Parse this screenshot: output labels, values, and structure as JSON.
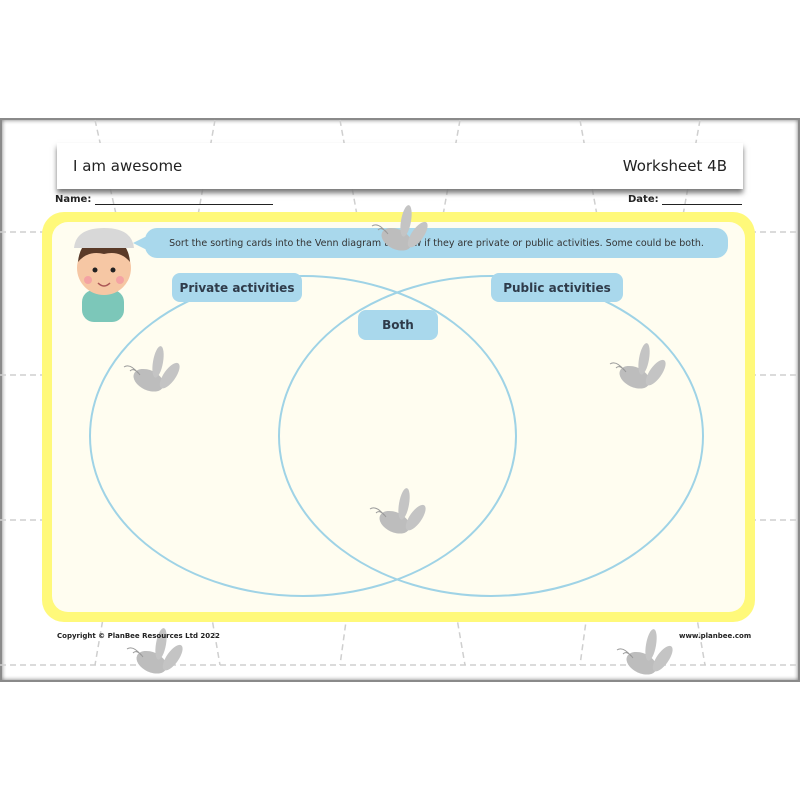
{
  "header": {
    "title": "I am awesome",
    "worksheet": "Worksheet 4B"
  },
  "fields": {
    "name_label": "Name:",
    "date_label": "Date:"
  },
  "instruction": "Sort the sorting cards into the Venn diagram to show if they are private or public activities. Some could be both.",
  "venn": {
    "left_label": "Private activities",
    "right_label": "Public activities",
    "overlap_label": "Both",
    "circle_color": "#9fd3e6"
  },
  "footer": {
    "copyright": "Copyright © PlanBee Resources Ltd 2022",
    "website": "www.planbee.com"
  },
  "colors": {
    "frame": "#fff97a",
    "bubble": "#a9d8ec"
  },
  "watermark": {
    "icon": "bee-icon"
  }
}
